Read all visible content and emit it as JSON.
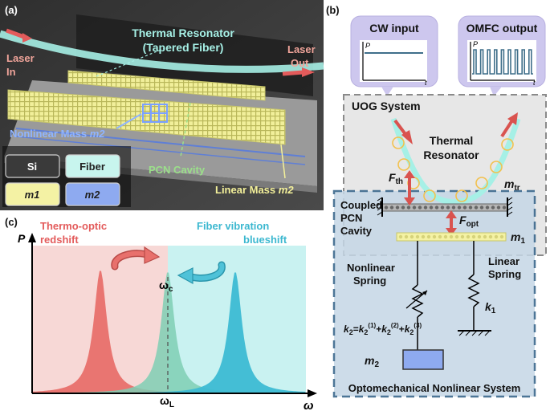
{
  "panel_a": {
    "label": "(a)",
    "thermal_resonator": "Thermal Resonator",
    "tapered_fiber": "(Tapered Fiber)",
    "laser_in_1": "Laser",
    "laser_in_2": "In",
    "laser_out_1": "Laser",
    "laser_out_2": "Out",
    "nonlinear_mass": "Nonlinear Mass",
    "m2_symbol": "m2",
    "pcn_cavity": "PCN Cavity",
    "linear_mass": "Linear Mass",
    "legend": {
      "si": "Si",
      "fiber": "Fiber",
      "m1": "m1",
      "m2": "m2"
    }
  },
  "panel_b": {
    "label": "(b)",
    "cw_input": "CW input",
    "omfc_output": "OMFC output",
    "p_axis": "P",
    "t_axis": "t",
    "uog_system": "UOG System",
    "thermal": "Thermal",
    "resonator": "Resonator",
    "F": "F",
    "th_sub": "th",
    "opt_sub": "opt",
    "m": "m",
    "tr_sub": "tr",
    "one_sub": "1",
    "two_sub": "2",
    "k": "k",
    "equals": "=",
    "plus": "+",
    "sup1": "(1)",
    "sup2": "(2)",
    "sup3": "(3)",
    "coupled": "Coupled",
    "pcn": "PCN",
    "cavity": "Cavity",
    "nonlinear": "Nonlinear",
    "linear": "Linear",
    "spring": "Spring",
    "nonlinear_system": "Optomechanical Nonlinear System"
  },
  "panel_c": {
    "label": "(c)",
    "y_axis": "P",
    "x_axis": "ω",
    "omega": "ω",
    "L_sub": "L",
    "c_sub": "c",
    "redshift_1": "Thermo-optic",
    "redshift_2": "redshift",
    "blueshift_1": "Fiber vibration",
    "blueshift_2": "blueshift",
    "colors": {
      "red": "#e8706c",
      "green": "#7fcfb4",
      "blue": "#3dbad3",
      "red_bg": "#f7d8d6",
      "blue_bg": "#c9f2f1"
    }
  }
}
